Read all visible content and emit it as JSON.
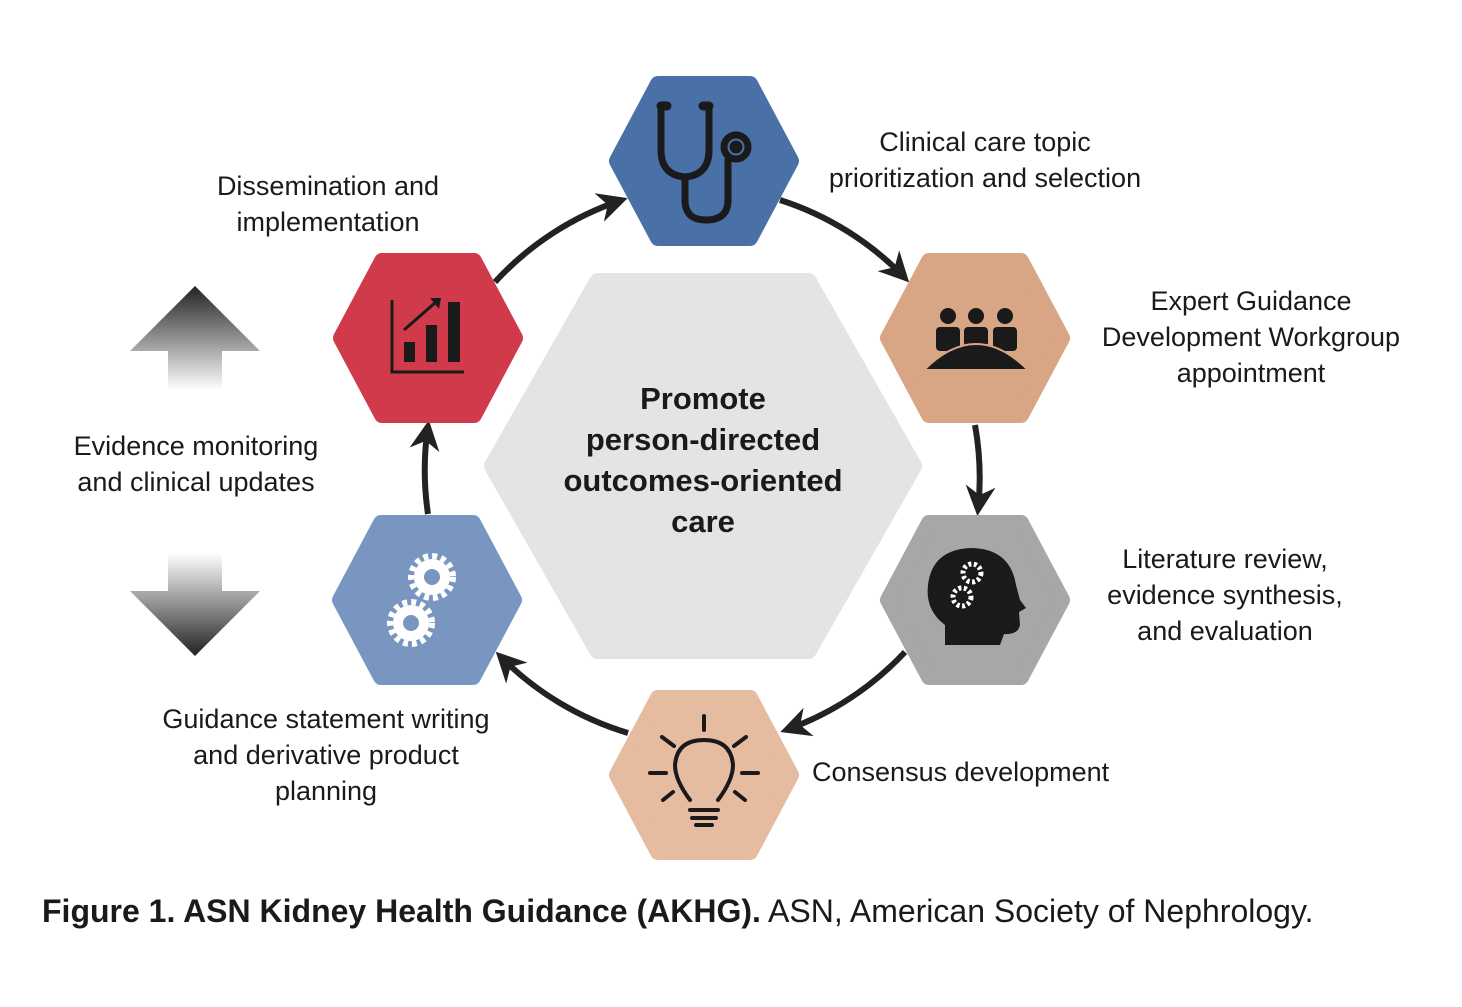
{
  "center_text": [
    "Promote",
    "person-directed",
    "outcomes-oriented",
    "care"
  ],
  "steps": [
    {
      "label": [
        "Clinical care topic",
        "prioritization and selection"
      ],
      "icon": "stethoscope-icon",
      "color": "#4a70a8"
    },
    {
      "label": [
        "Expert Guidance",
        "Development Workgroup",
        "appointment"
      ],
      "icon": "meeting-group-icon",
      "color": "#d8a684"
    },
    {
      "label": [
        "Literature review,",
        "evidence synthesis,",
        "and evaluation"
      ],
      "icon": "head-gears-icon",
      "color": "#a6a7a9"
    },
    {
      "label": [
        "Consensus development"
      ],
      "icon": "lightbulb-icon",
      "color": "#e5bca0"
    },
    {
      "label": [
        "Guidance statement writing",
        "and derivative product",
        "planning"
      ],
      "icon": "gears-icon",
      "color": "#7896bf"
    },
    {
      "label": [
        "Dissemination and",
        "implementation"
      ],
      "icon": "bar-chart-growth-icon",
      "color": "#d03a4a"
    }
  ],
  "side_label": [
    "Evidence monitoring",
    "and clinical updates"
  ],
  "caption": {
    "bold": "Figure 1.  ASN Kidney Health Guidance (AKHG).",
    "normal": " ASN, American Society of Nephrology."
  }
}
